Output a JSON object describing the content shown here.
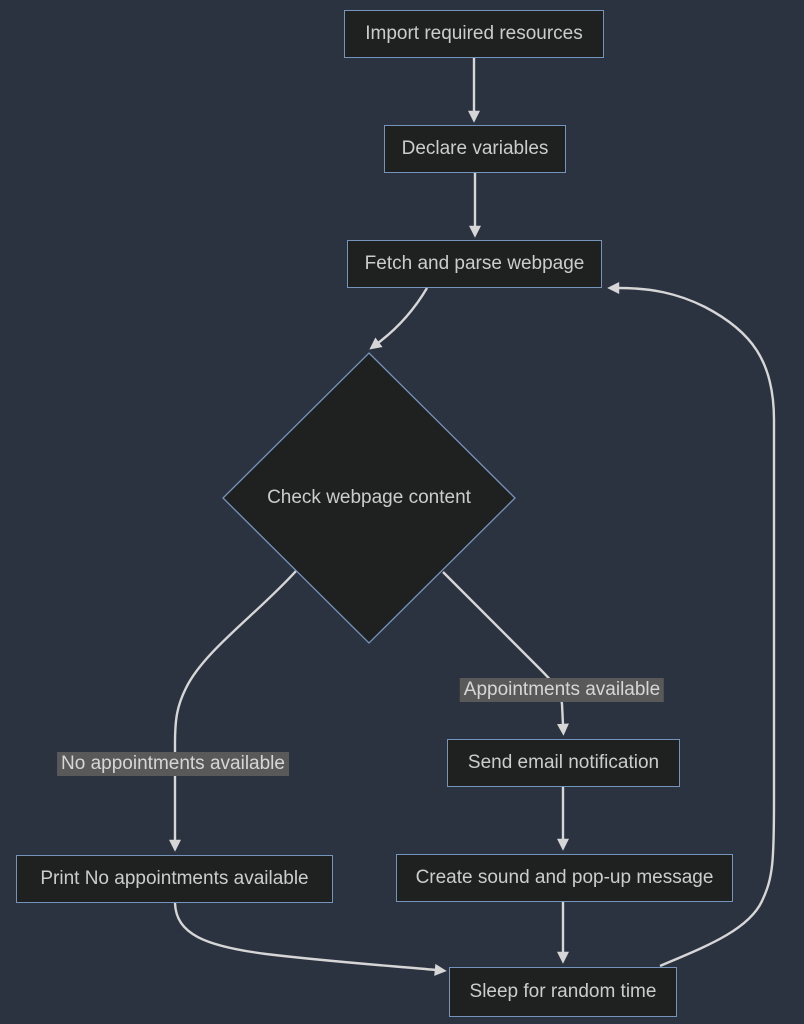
{
  "diagram": {
    "type": "flowchart",
    "direction": "top-down",
    "nodes": [
      {
        "id": "import",
        "shape": "rect",
        "label": "Import required resources"
      },
      {
        "id": "declare",
        "shape": "rect",
        "label": "Declare variables"
      },
      {
        "id": "fetch",
        "shape": "rect",
        "label": "Fetch and parse webpage"
      },
      {
        "id": "check",
        "shape": "diamond",
        "label": "Check webpage content"
      },
      {
        "id": "send_email",
        "shape": "rect",
        "label": "Send email notification"
      },
      {
        "id": "print_none",
        "shape": "rect",
        "label": "Print No appointments available"
      },
      {
        "id": "create_sound",
        "shape": "rect",
        "label": "Create sound and pop-up message"
      },
      {
        "id": "sleep",
        "shape": "rect",
        "label": "Sleep for random time"
      }
    ],
    "edges": [
      {
        "from": "import",
        "to": "declare",
        "label": ""
      },
      {
        "from": "declare",
        "to": "fetch",
        "label": ""
      },
      {
        "from": "fetch",
        "to": "check",
        "label": ""
      },
      {
        "from": "check",
        "to": "print_none",
        "label": "No appointments available"
      },
      {
        "from": "check",
        "to": "send_email",
        "label": "Appointments available"
      },
      {
        "from": "send_email",
        "to": "create_sound",
        "label": ""
      },
      {
        "from": "print_none",
        "to": "sleep",
        "label": ""
      },
      {
        "from": "create_sound",
        "to": "sleep",
        "label": ""
      },
      {
        "from": "sleep",
        "to": "fetch",
        "label": ""
      }
    ],
    "colors": {
      "background": "#2b3240",
      "node_fill": "#1f2020",
      "node_border": "#7494bc",
      "node_text": "#cccccc",
      "edge": "#d6d6d6",
      "edge_label_bg": "#595959",
      "edge_label_text": "#d6d6d6"
    }
  }
}
